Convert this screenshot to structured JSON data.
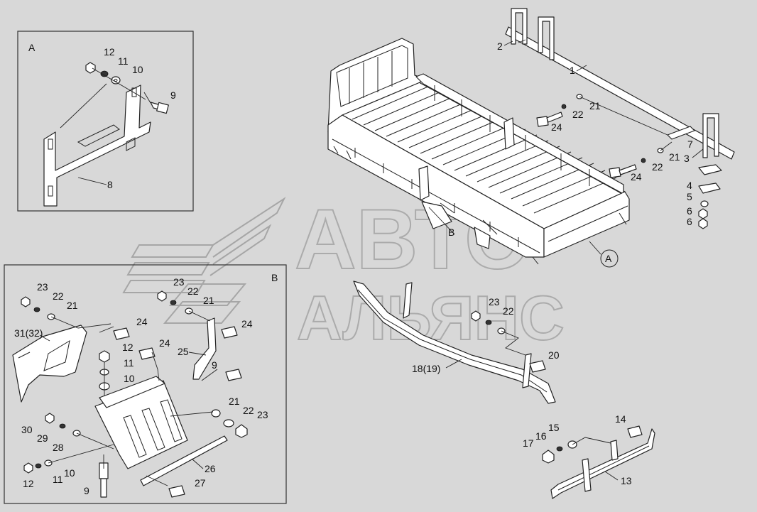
{
  "watermark": {
    "line1": "АВТО",
    "line2": "АЛЬЯНС"
  },
  "views": {
    "a": "A",
    "b": "B",
    "b_arrow": "B",
    "a_circle": "A"
  },
  "labels": {
    "p1": "1",
    "p2": "2",
    "p3": "3",
    "p4": "4",
    "p5": "5",
    "p6a": "6",
    "p6b": "6",
    "p7": "7",
    "p21a": "21",
    "p22a": "22",
    "p24a": "24",
    "p21b": "21",
    "p22b": "22",
    "p24b": "24",
    "a12": "12",
    "a11": "11",
    "a10": "10",
    "a9": "9",
    "a8": "8",
    "b23a": "23",
    "b22a": "22",
    "b21a": "21",
    "b3132": "31(32)",
    "b24a": "24",
    "b23b": "23",
    "b22b": "22",
    "b21b": "21",
    "b24b": "24",
    "b12a": "12",
    "b24c": "24",
    "b25": "25",
    "b11a": "11",
    "b9a": "9",
    "b10a": "10",
    "b21c": "21",
    "b22c": "22",
    "b23c": "23",
    "b30": "30",
    "b29": "29",
    "b28": "28",
    "b26": "26",
    "b12b": "12",
    "b11b": "11",
    "b10b": "10",
    "b9b": "9",
    "b27": "27",
    "m23": "23",
    "m22": "22",
    "m20": "20",
    "m1819": "18(19)",
    "s14": "14",
    "s15": "15",
    "s16": "16",
    "s17": "17",
    "s13": "13"
  }
}
